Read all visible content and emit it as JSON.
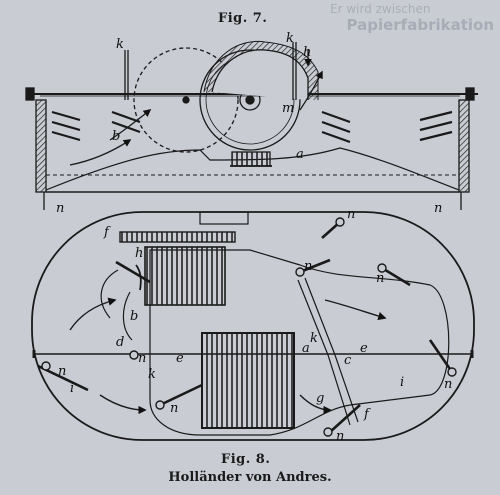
{
  "figures": {
    "fig7": {
      "title": "Fig. 7."
    },
    "fig8": {
      "title": "Fig. 8."
    }
  },
  "caption": "Holländer von Andres.",
  "background_text": {
    "heading": "Papierfabrikation",
    "top_line": "Er wird zwischen"
  },
  "labels": {
    "fig7": {
      "k_left": "k",
      "k_right": "k",
      "h": "h",
      "m": "m",
      "b": "b",
      "a": "a",
      "n_left": "n",
      "n_right": "n"
    },
    "fig8": {
      "f_top": "f",
      "h": "h",
      "b": "b",
      "d": "d",
      "e_left": "e",
      "e_right": "e",
      "k_left": "k",
      "k_right": "k",
      "n1": "n",
      "n2": "n",
      "n3": "n",
      "n4": "n",
      "n5": "n",
      "n6": "n",
      "n7": "n",
      "n8": "n",
      "i_left": "i",
      "i_right": "i",
      "c": "c",
      "a": "a",
      "g": "g",
      "f_bottom": "f"
    }
  },
  "colors": {
    "paper": "#c9ccd3",
    "ink": "#1a1a1a",
    "bleed": "#a9aeb8"
  }
}
